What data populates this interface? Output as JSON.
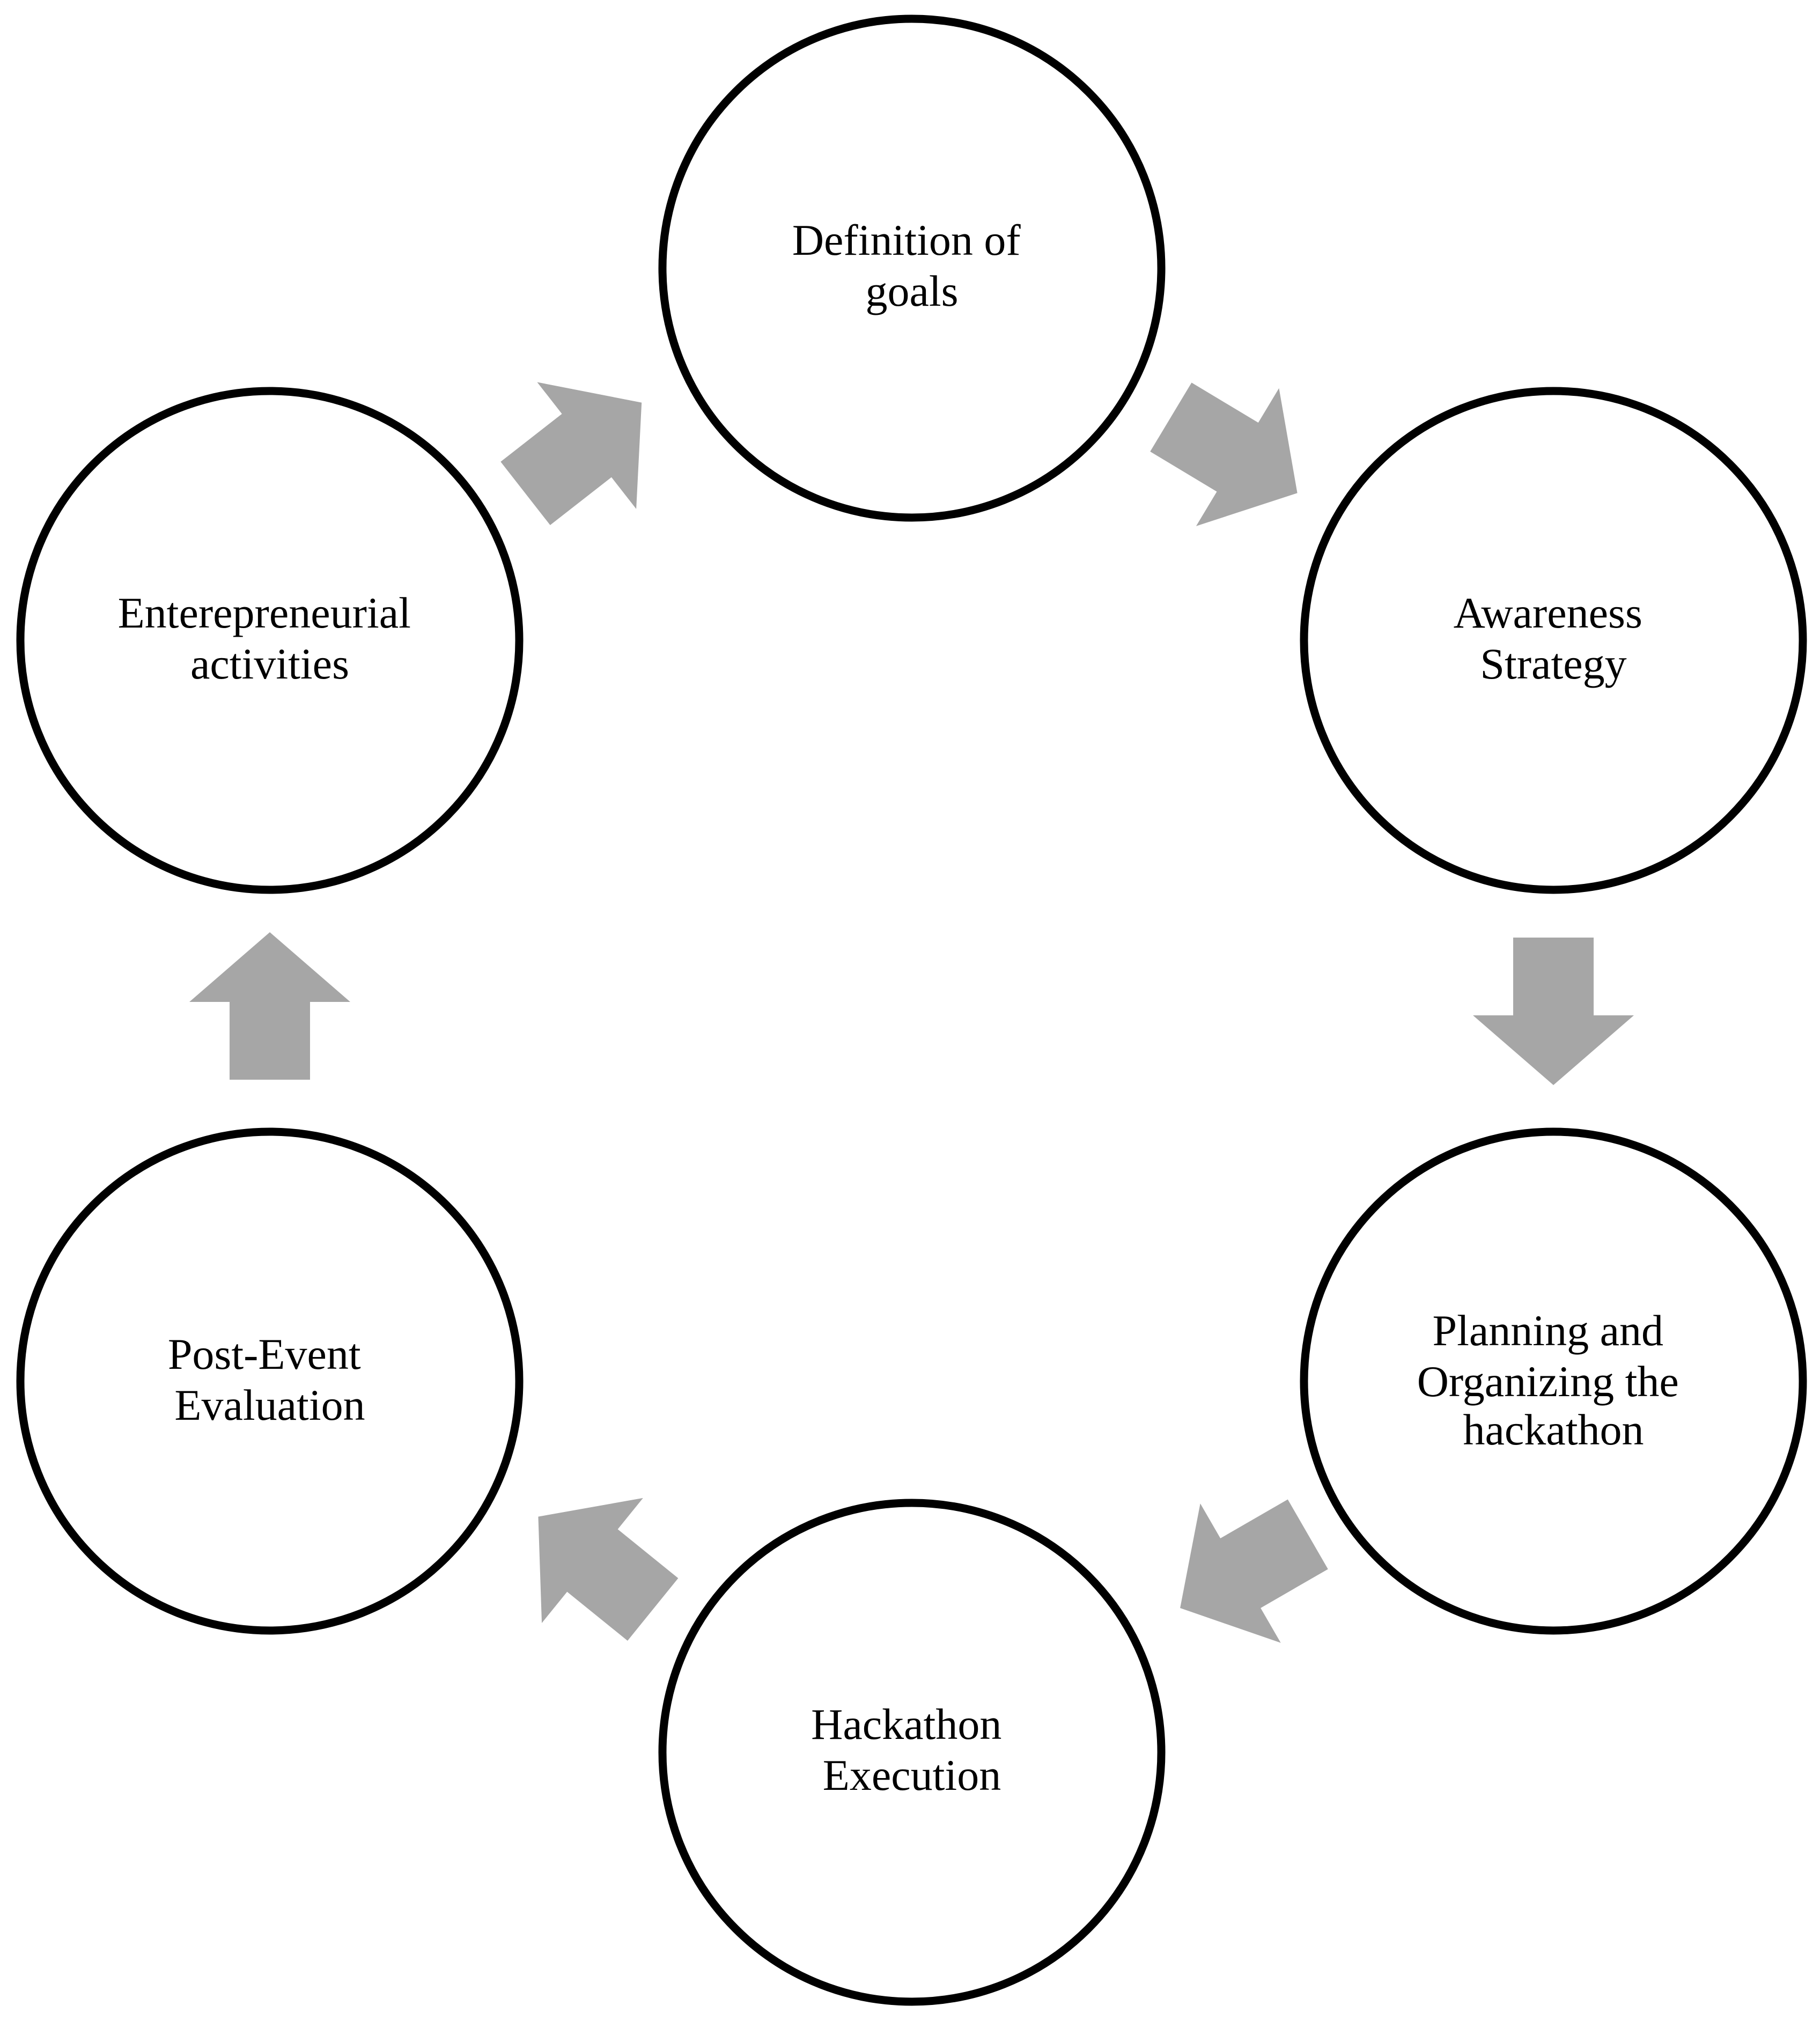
{
  "diagram": {
    "type": "cycle",
    "stages": [
      {
        "id": "definition-of-goals",
        "lines": [
          "Definition of",
          "goals"
        ]
      },
      {
        "id": "awareness-strategy",
        "lines": [
          "Awareness",
          "Strategy"
        ]
      },
      {
        "id": "planning-and-organizing",
        "lines": [
          "Planning and",
          "Organizing the",
          "hackathon"
        ]
      },
      {
        "id": "hackathon-execution",
        "lines": [
          "Hackathon",
          "Execution"
        ]
      },
      {
        "id": "post-event-evaluation",
        "lines": [
          "Post-Event",
          "Evaluation"
        ]
      },
      {
        "id": "entrepreneurial-activities",
        "lines": [
          "Enterepreneurial",
          "activities"
        ]
      }
    ],
    "flow": [
      {
        "from": "definition-of-goals",
        "to": "awareness-strategy"
      },
      {
        "from": "awareness-strategy",
        "to": "planning-and-organizing"
      },
      {
        "from": "planning-and-organizing",
        "to": "hackathon-execution"
      },
      {
        "from": "hackathon-execution",
        "to": "post-event-evaluation"
      },
      {
        "from": "post-event-evaluation",
        "to": "entrepreneurial-activities"
      },
      {
        "from": "entrepreneurial-activities",
        "to": "definition-of-goals"
      }
    ],
    "colors": {
      "circle_stroke": "#000000",
      "circle_fill": "#ffffff",
      "arrow": "#a6a6a6",
      "text": "#000000"
    }
  }
}
